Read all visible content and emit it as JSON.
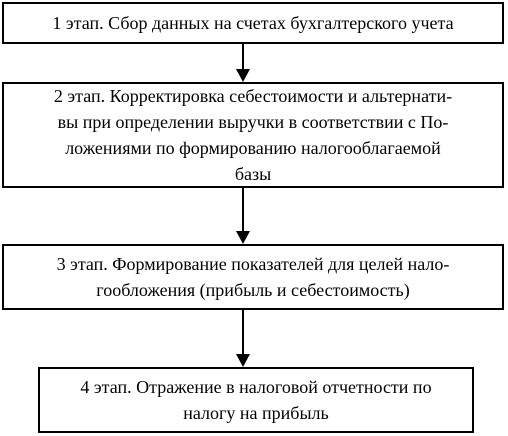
{
  "stages": [
    {
      "text": "1 этап. Сбор данных на счетах бухгалтерского учета"
    },
    {
      "text": "2 этап. Корректировка себестоимости и альтернати-\nвы при определении выручки в соответствии с По-\nложениями по формированию налогооблагаемой\nбазы"
    },
    {
      "text": "3 этап. Формирование показателей для целей нало-\nгообложения (прибыль и себестоимость)"
    },
    {
      "text": "4 этап. Отражение в налоговой отчетности по\nналогу на прибыль"
    }
  ],
  "colors": {
    "border": "#000000",
    "background": "#ffffff",
    "text": "#000000"
  }
}
